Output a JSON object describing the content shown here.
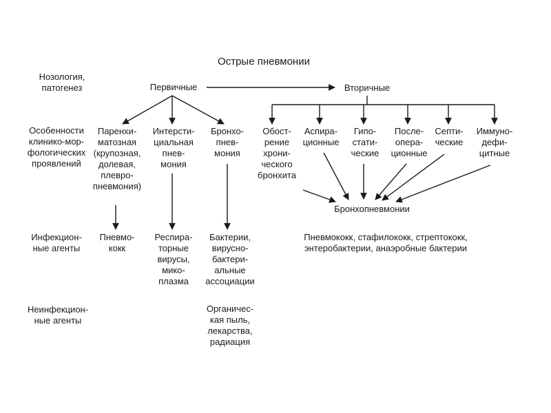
{
  "title": "Острые пневмонии",
  "row_labels": {
    "nosology": "Нозология,\nпатогенез",
    "features": "Особенности\nклинико-мор-\nфологических\nпроявлений",
    "infectious": "Инфекцион-\nные агенты",
    "noninfectious": "Неинфекцион-\nные агенты"
  },
  "primary": {
    "label": "Первичные",
    "types": [
      "Паренхи-\nматозная\n(крупозная,\nдолевая,\nплевро-\nпневмония)",
      "Интерсти-\nциальная\nпнев-\nмония",
      "Бронхо-\nпнев-\nмония"
    ],
    "infectious": [
      "Пневмо-\nкокк",
      "Респира-\nторные\nвирусы,\nмико-\nплазма",
      "Бактерии,\nвирусно-\nбактери-\nальные\nассоциации"
    ],
    "noninfectious": "Органичес-\nкая пыль,\nлекарства,\nрадиация"
  },
  "secondary": {
    "label": "Вторичные",
    "types": [
      "Обост-\nрение\nхрони-\nческого\nбронхита",
      "Аспира-\nционные",
      "Гипо-\nстати-\nческие",
      "После-\nопера-\nционные",
      "Септи-\nческие",
      "Иммуно-\nдефи-\nцитные"
    ],
    "result": "Бронхопневмонии",
    "infectious": "Пневмококк, стафилококк, стрептококк,\nэнтеробактерии, анаэробные бактерии"
  }
}
